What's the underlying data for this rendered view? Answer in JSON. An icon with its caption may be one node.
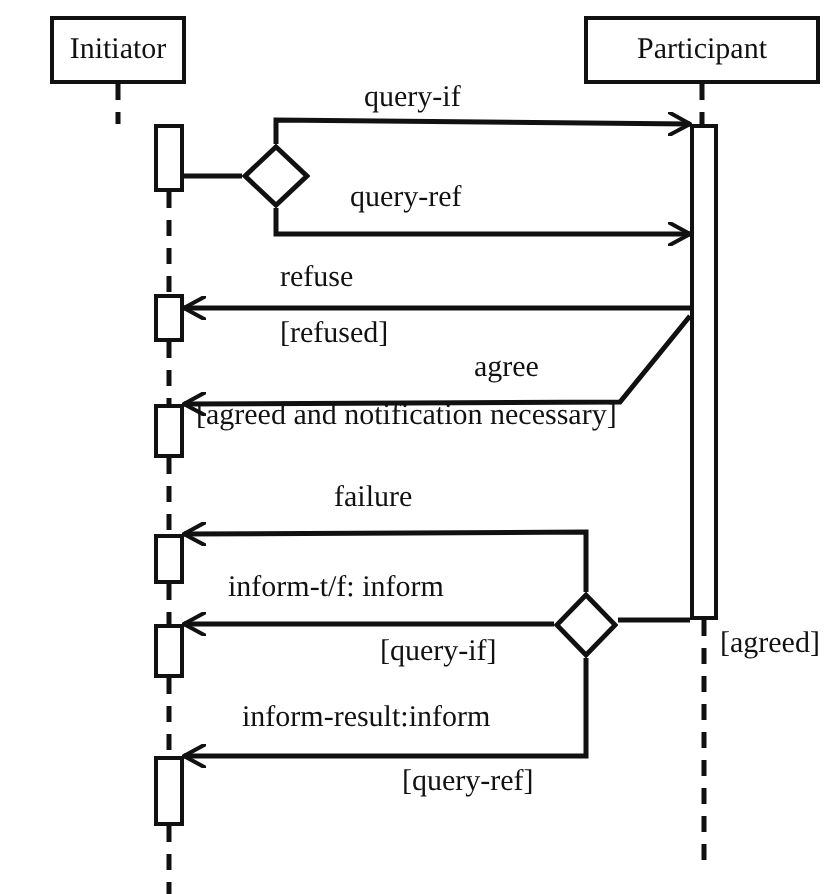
{
  "diagram": {
    "nodes": [
      {
        "text": [
          "Initiator"
        ]
      },
      {
        "text": [
          "Participant"
        ]
      },
      {
        "text": [],
        "shape": "bar"
      },
      {
        "text": [],
        "shape": "bar"
      },
      {
        "text": [],
        "shape": "bar"
      },
      {
        "text": [],
        "shape": "bar"
      },
      {
        "text": [],
        "shape": "bar"
      },
      {
        "text": [],
        "shape": "bar"
      },
      {
        "text": [],
        "shape": "bar"
      },
      {
        "text": [],
        "shape": "diamond"
      },
      {
        "text": [],
        "shape": "diamond"
      }
    ],
    "edges": [
      {
        "from": 2,
        "to": 9,
        "arrow": "none"
      },
      {
        "from": 9,
        "to": 8,
        "arrow": "to",
        "label": "query-if"
      },
      {
        "from": 9,
        "to": 8,
        "arrow": "to",
        "label": "query-ref"
      },
      {
        "from": 8,
        "to": 3,
        "arrow": "to",
        "label": "refuse"
      },
      {
        "from": 8,
        "to": 4,
        "arrow": "to",
        "label": "agree"
      },
      {
        "from": 10,
        "to": 5,
        "arrow": "to",
        "label": "failure"
      },
      {
        "from": 10,
        "to": 6,
        "arrow": "to",
        "label": "inform-t/f: inform"
      },
      {
        "from": 10,
        "to": 7,
        "arrow": "to",
        "label": "inform-result:inform"
      },
      {
        "from": 8,
        "to": 10,
        "arrow": "none"
      },
      {
        "from": 0,
        "to": 2,
        "arrow": "none",
        "style": "dashed"
      },
      {
        "from": 2,
        "to": 3,
        "arrow": "none",
        "style": "dashed"
      },
      {
        "from": 3,
        "to": 4,
        "arrow": "none",
        "style": "dashed"
      },
      {
        "from": 4,
        "to": 5,
        "arrow": "none",
        "style": "dashed"
      },
      {
        "from": 5,
        "to": 6,
        "arrow": "none",
        "style": "dashed"
      },
      {
        "from": 6,
        "to": 7,
        "arrow": "none",
        "style": "dashed"
      },
      {
        "from": 7,
        "to": null,
        "arrow": "none",
        "style": "dashed"
      },
      {
        "from": 1,
        "to": 8,
        "arrow": "none",
        "style": "dashed"
      },
      {
        "from": 8,
        "to": null,
        "arrow": "none",
        "style": "dashed"
      }
    ],
    "labels": [
      "[refused]",
      "[agreed and notification necessary]",
      "[query-if]",
      "[agreed]",
      "[query-ref]"
    ]
  }
}
